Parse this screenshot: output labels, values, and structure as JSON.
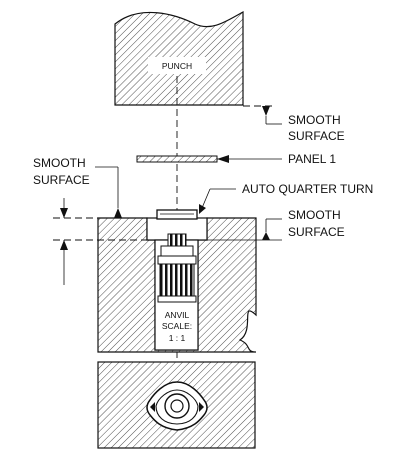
{
  "labels": {
    "punch": "PUNCH",
    "smooth_surface_top": [
      "SMOOTH",
      "SURFACE"
    ],
    "panel": "PANEL 1",
    "smooth_surface_left": [
      "SMOOTH",
      "SURFACE"
    ],
    "auto_quarter_turn": "AUTO QUARTER TURN",
    "smooth_surface_right": [
      "SMOOTH",
      "SURFACE"
    ],
    "anvil": "ANVIL",
    "scale_label": "SCALE:",
    "scale_value": "1 : 1"
  }
}
